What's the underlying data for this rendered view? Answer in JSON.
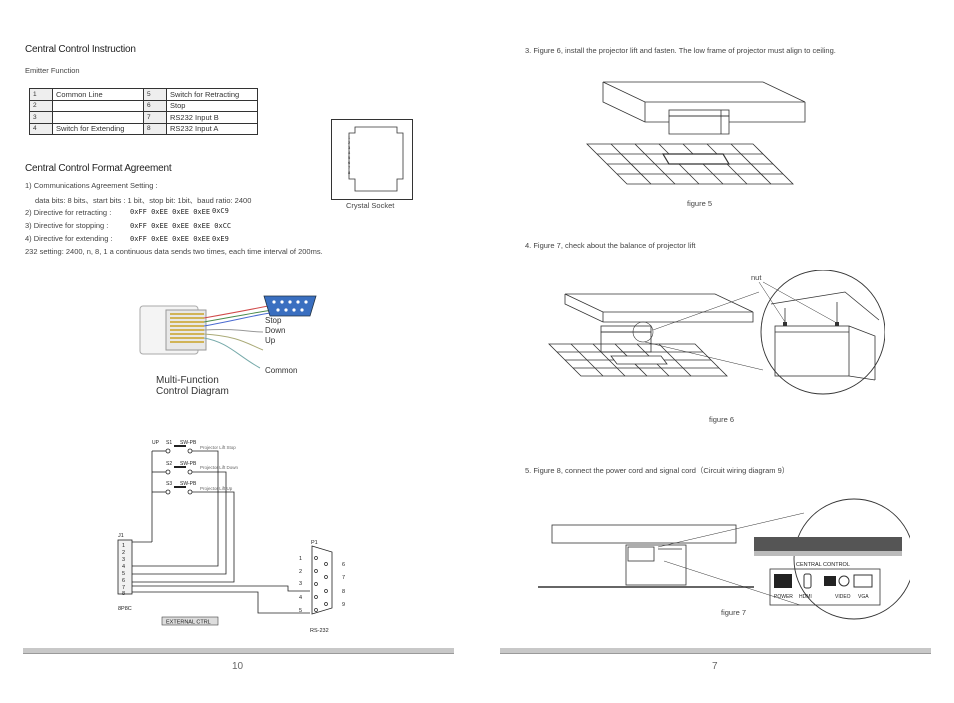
{
  "left": {
    "title1": "Central Control Instruction",
    "emitter": "Emitter Function",
    "pins": [
      {
        "n1": "1",
        "l1": "Common Line",
        "n2": "5",
        "l2": "Switch for Retracting"
      },
      {
        "n1": "2",
        "l1": "",
        "n2": "6",
        "l2": "Stop"
      },
      {
        "n1": "3",
        "l1": "",
        "n2": "7",
        "l2": "RS232 Input B"
      },
      {
        "n1": "4",
        "l1": "Switch for Extending",
        "n2": "8",
        "l2": "RS232 Input A"
      }
    ],
    "socket_digits": [
      "1",
      "2",
      "3",
      "4",
      "5",
      "6",
      "7",
      "8"
    ],
    "socket_caption": "Crystal Socket",
    "title2": "Central Control Format Agreement",
    "lines": {
      "l1": "1) Communications Agreement Setting :",
      "l2": "data bits: 8 bits、start bits : 1 bit、stop bit: 1bit、baud ratio: 2400",
      "l3": "2) Directive for retracting :",
      "l3hex": "0xFF 0xEE 0xEE 0xEE",
      "l3end": "0xC9",
      "l4": "3) Directive for stopping :",
      "l4hex": "0xFF 0xEE 0xEE 0xEE 0xCC",
      "l5": "4) Directive for extending :",
      "l5hex": "0xFF 0xEE 0xEE 0xEE",
      "l5end": "0xE9",
      "l6": "232 setting: 2400, n, 8, 1 a continuous data sends two times,  each time interval of 200ms."
    },
    "diagram_labels": {
      "stop": "Stop",
      "down": "Down",
      "up": "Up",
      "common": "Common",
      "caption1": "Multi-Function",
      "caption2": "Control Diagram"
    },
    "circuit": {
      "up": "UP",
      "s1": "S1",
      "s2": "S2",
      "s3": "S3",
      "sw": "SW-PB",
      "lift_stop": "Projector Lift Stop",
      "lift_down": "Projector Lift Down",
      "lift_up": "Projector Lift Up",
      "j1": "J1",
      "j1_pins": [
        "1",
        "2",
        "3",
        "4",
        "5",
        "6",
        "7",
        "8"
      ],
      "part": "8P8C",
      "ext": "EXTERNAL CTRL",
      "p1": "P1",
      "p1_left": [
        "1",
        "2",
        "3",
        "4",
        "5"
      ],
      "p1_right": [
        "6",
        "7",
        "8",
        "9"
      ],
      "rs": "RS-232"
    },
    "page": "10"
  },
  "right": {
    "step3": "3. Figure 6, install the projector lift and fasten. The low frame of projector must align to ceiling.",
    "fig5": "figure 5",
    "step4": "4. Figure 7, check about the balance of projector lift",
    "nut": "nut",
    "fig6": "figure 6",
    "step5": "5. Figure 8,  connect the power cord and signal cord（Circuit wiring diagram 9）",
    "panel_title": "CENTRAL  CONTROL",
    "ports": [
      "POWER",
      "HDMI",
      "VIDEO",
      "VGA"
    ],
    "fig7": "figure 7",
    "page": "7"
  }
}
